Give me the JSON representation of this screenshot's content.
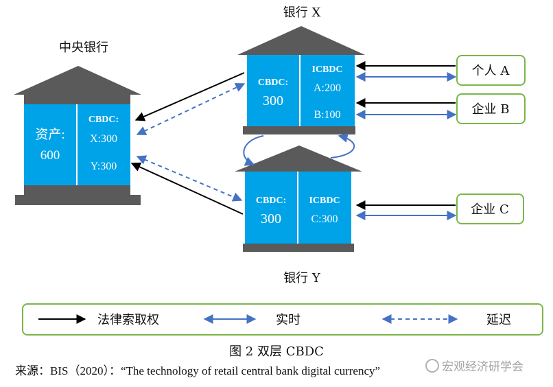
{
  "central_bank": {
    "title": "中央银行",
    "assets_label": "资产:",
    "assets_value": "600",
    "cbdc_label": "CBDC:",
    "x_entry": "X:300",
    "y_entry": "Y:300"
  },
  "bank_x": {
    "title": "银行 X",
    "cbdc_label": "CBDC:",
    "cbdc_value": "300",
    "icbdc_label": "ICBDC",
    "a_entry": "A:200",
    "b_entry": "B:100"
  },
  "bank_y": {
    "title": "银行 Y",
    "cbdc_label": "CBDC:",
    "cbdc_value": "300",
    "icbdc_label": "ICBDC",
    "c_entry": "C:300"
  },
  "clients": {
    "a": "个人 A",
    "b": "企业 B",
    "c": "企业 C"
  },
  "legend": {
    "legal_claim": "法律索取权",
    "realtime": "实时",
    "delayed": "延迟"
  },
  "colors": {
    "building_blue": "#00a3e8",
    "roof_gray": "#5a5a5a",
    "client_border": "#7ab648",
    "arrow_blue": "#4472c4",
    "arrow_black": "#000000"
  },
  "caption": "图 2 双层 CBDC",
  "source": "来源：BIS（2020）：“The technology of retail central bank digital currency”",
  "watermark": "宏观经济研学会"
}
